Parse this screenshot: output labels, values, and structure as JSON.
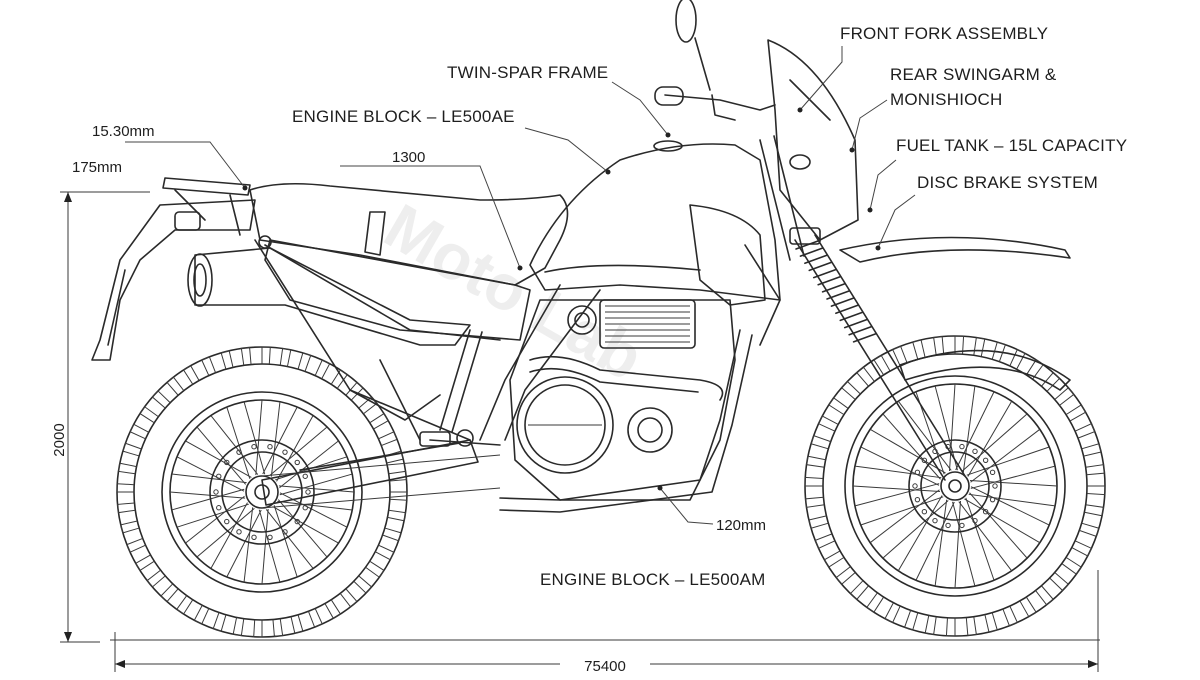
{
  "labels": {
    "front_fork": "FRONT FORK ASSEMBLY",
    "rear_swingarm_line1": "REAR SWINGARM &",
    "rear_swingarm_line2": "MONISHIOCH",
    "fuel_tank": "FUEL TANK – 15L CAPACITY",
    "disc_brake": "DISC BRAKE SYSTEM",
    "twin_spar": "TWIN-SPAR FRAME",
    "engine_block_top": "ENGINE BLOCK – LE500AE",
    "engine_block_bottom": "ENGINE BLOCK – LE500AM"
  },
  "dimensions": {
    "d_1530": "15.30mm",
    "d_175": "175mm",
    "d_1300": "1300",
    "d_120": "120mm",
    "height": "2000",
    "length": "75400"
  },
  "watermark": "Moto Lab",
  "colors": {
    "line": "#2a2a2a",
    "background": "#ffffff"
  }
}
